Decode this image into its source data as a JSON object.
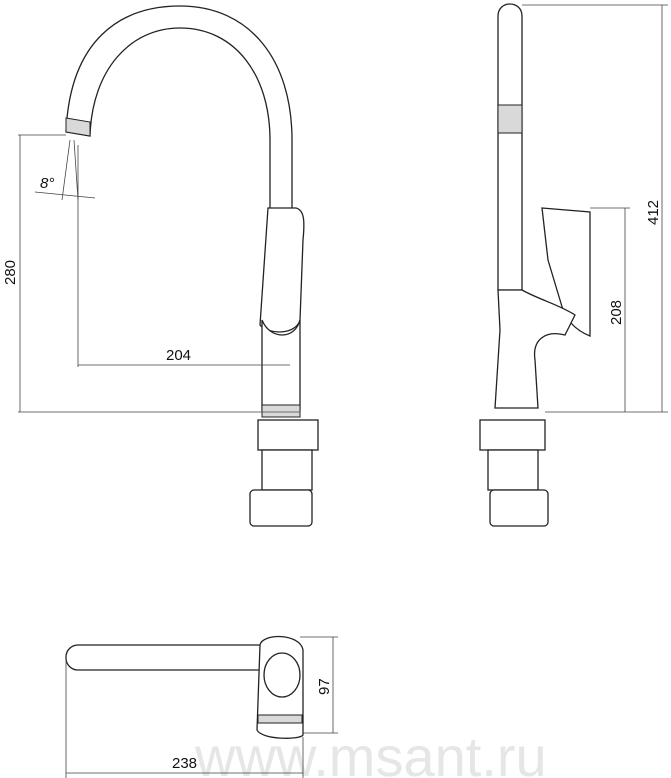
{
  "dimensions": {
    "spout_height": "280",
    "spout_reach": "204",
    "spout_angle": "8°",
    "total_height": "412",
    "handle_height": "208",
    "top_width": "97",
    "top_length": "238"
  },
  "watermark": "www.msant.ru"
}
